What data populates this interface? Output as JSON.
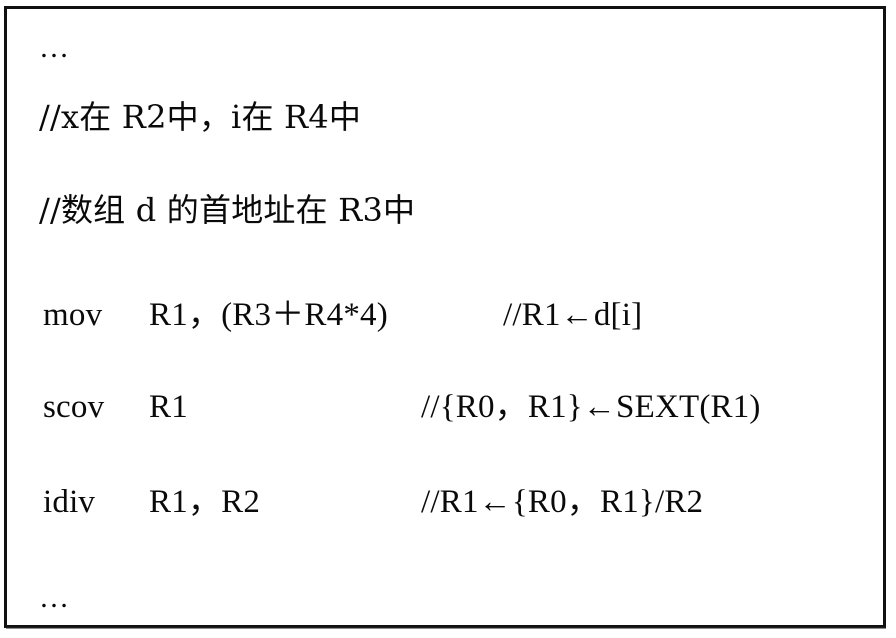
{
  "figure": {
    "kind": "assembly-code-listing",
    "border_color": "#111111",
    "text_color": "#0a0a0a",
    "background": "#ffffff"
  },
  "code": {
    "top_ellipsis": "…",
    "bottom_ellipsis": "…",
    "comment_lines": [
      {
        "text": "//x在 R2中，i在 R4中"
      },
      {
        "text": "//数组 d 的首地址在 R3中"
      }
    ],
    "instructions": [
      {
        "mnemonic": "mov",
        "operands": "R1，(R3＋R4*4)",
        "comment": "//R1←d[i]"
      },
      {
        "mnemonic": "scov",
        "operands": "R1",
        "comment": "//{R0，R1}←SEXT(R1)"
      },
      {
        "mnemonic": "idiv",
        "operands": "R1，R2",
        "comment": "//R1←{R0，R1}/R2"
      }
    ]
  }
}
